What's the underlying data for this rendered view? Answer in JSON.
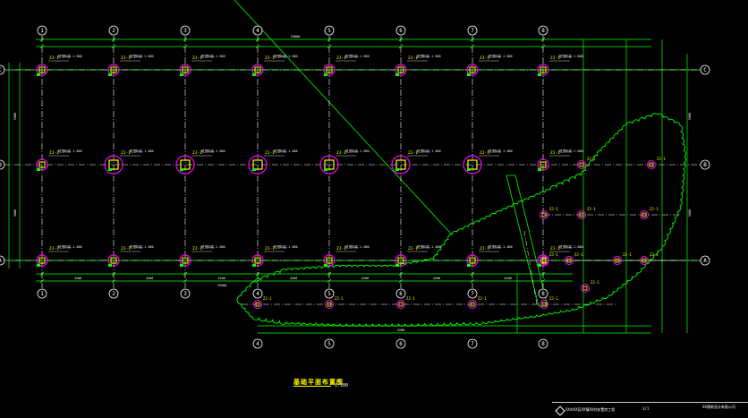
{
  "drawing": {
    "title": "基础平面布置图",
    "scale": "1:100",
    "title_block": {
      "project": "XX市XX区XX镇XX村安置房工程",
      "sheet": "1/1",
      "stamp": "XX建筑设计有限公司"
    }
  },
  "grid": {
    "x_axes": [
      "1",
      "2",
      "3",
      "4",
      "5",
      "6",
      "7",
      "8"
    ],
    "y_axes": [
      "A",
      "B",
      "C"
    ]
  },
  "dimensions": {
    "top_overall": "33600",
    "bottom_bay": "4200",
    "bottom_overall": "29400",
    "left_bay_1": "3900",
    "left_bay_2": "3600",
    "right_bay_1": "3900",
    "right_bay_2": "3600",
    "bottom_annex": "4200"
  },
  "labels": {
    "footing_tag": "ZJ-1",
    "footing_note": "桩顶标高-1.500"
  },
  "colors": {
    "background": "#000000",
    "grid_line": "#ffffff",
    "dimension": "#00ff00",
    "footing_circle": "#ff00ff",
    "column": "#ffff00",
    "label": "#ffff00",
    "cloud": "#00ff00"
  }
}
